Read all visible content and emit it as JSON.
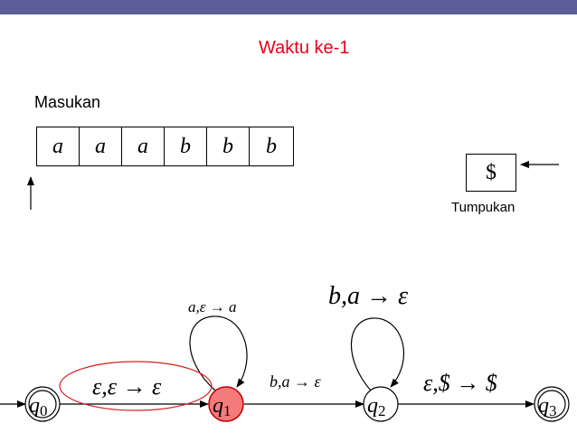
{
  "title": "Waktu ke-1",
  "input": {
    "label": "Masukan",
    "symbols": [
      "a",
      "a",
      "a",
      "b",
      "b",
      "b"
    ]
  },
  "stack": {
    "label": "Tumpukan",
    "top": "$"
  },
  "states": [
    {
      "name": "q",
      "sub": "0",
      "accepting": true,
      "active": false
    },
    {
      "name": "q",
      "sub": "1",
      "accepting": false,
      "active": true
    },
    {
      "name": "q",
      "sub": "2",
      "accepting": false,
      "active": false
    },
    {
      "name": "q",
      "sub": "3",
      "accepting": true,
      "active": false
    }
  ],
  "transitions": {
    "q0_q1": "ε,ε → ε",
    "q1_loop": "a,ε → a",
    "q1_q2": "b,a → ε",
    "q2_loop": "b,a → ε",
    "q2_q3": "ε,$ → $"
  },
  "colors": {
    "bar": "#5b5e97",
    "title": "#e8001c",
    "active_fill": "#f47b7b",
    "active_stroke": "#c00000",
    "highlight": "#d42020"
  }
}
